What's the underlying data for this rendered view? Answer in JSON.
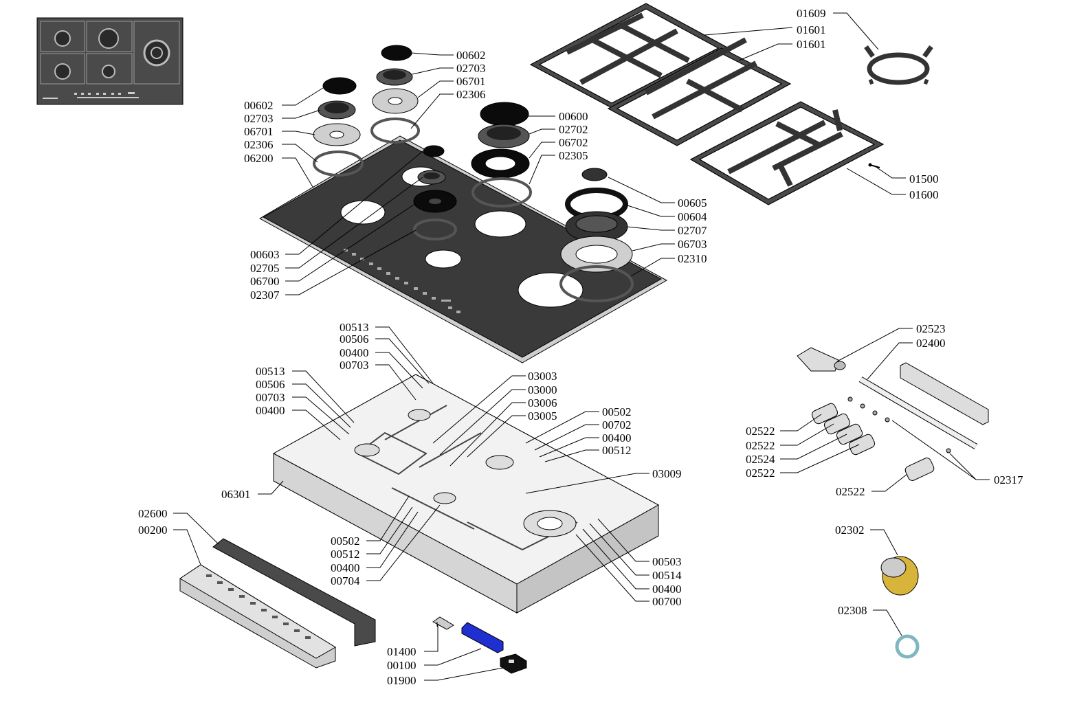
{
  "parts": [
    {
      "id": "p01609",
      "num": "01609"
    },
    {
      "id": "p01601a",
      "num": "01601"
    },
    {
      "id": "p01601b",
      "num": "01601"
    },
    {
      "id": "p01500",
      "num": "01500"
    },
    {
      "id": "p01600",
      "num": "01600"
    },
    {
      "id": "p00602a",
      "num": "00602"
    },
    {
      "id": "p02703a",
      "num": "02703"
    },
    {
      "id": "p06701a",
      "num": "06701"
    },
    {
      "id": "p02306a",
      "num": "02306"
    },
    {
      "id": "p00602b",
      "num": "00602"
    },
    {
      "id": "p02703b",
      "num": "02703"
    },
    {
      "id": "p06701b",
      "num": "06701"
    },
    {
      "id": "p02306b",
      "num": "02306"
    },
    {
      "id": "p06200",
      "num": "06200"
    },
    {
      "id": "p00600",
      "num": "00600"
    },
    {
      "id": "p02702",
      "num": "02702"
    },
    {
      "id": "p06702",
      "num": "06702"
    },
    {
      "id": "p02305",
      "num": "02305"
    },
    {
      "id": "p00605",
      "num": "00605"
    },
    {
      "id": "p00604",
      "num": "00604"
    },
    {
      "id": "p02707",
      "num": "02707"
    },
    {
      "id": "p06703",
      "num": "06703"
    },
    {
      "id": "p02310",
      "num": "02310"
    },
    {
      "id": "p00603",
      "num": "00603"
    },
    {
      "id": "p02705",
      "num": "02705"
    },
    {
      "id": "p06700",
      "num": "06700"
    },
    {
      "id": "p02307",
      "num": "02307"
    },
    {
      "id": "p00513a",
      "num": "00513"
    },
    {
      "id": "p00506a",
      "num": "00506"
    },
    {
      "id": "p00400a",
      "num": "00400"
    },
    {
      "id": "p00703a",
      "num": "00703"
    },
    {
      "id": "p00513b",
      "num": "00513"
    },
    {
      "id": "p00506b",
      "num": "00506"
    },
    {
      "id": "p00703b",
      "num": "00703"
    },
    {
      "id": "p00400b",
      "num": "00400"
    },
    {
      "id": "p03003",
      "num": "03003"
    },
    {
      "id": "p03000",
      "num": "03000"
    },
    {
      "id": "p03006",
      "num": "03006"
    },
    {
      "id": "p03005",
      "num": "03005"
    },
    {
      "id": "p00502a",
      "num": "00502"
    },
    {
      "id": "p00702",
      "num": "00702"
    },
    {
      "id": "p00400c",
      "num": "00400"
    },
    {
      "id": "p00512a",
      "num": "00512"
    },
    {
      "id": "p03009",
      "num": "03009"
    },
    {
      "id": "p06301",
      "num": "06301"
    },
    {
      "id": "p02600",
      "num": "02600"
    },
    {
      "id": "p00200",
      "num": "00200"
    },
    {
      "id": "p00502b",
      "num": "00502"
    },
    {
      "id": "p00512b",
      "num": "00512"
    },
    {
      "id": "p00400d",
      "num": "00400"
    },
    {
      "id": "p00704",
      "num": "00704"
    },
    {
      "id": "p00503",
      "num": "00503"
    },
    {
      "id": "p00514",
      "num": "00514"
    },
    {
      "id": "p00400e",
      "num": "00400"
    },
    {
      "id": "p00700",
      "num": "00700"
    },
    {
      "id": "p01400",
      "num": "01400"
    },
    {
      "id": "p00100",
      "num": "00100"
    },
    {
      "id": "p01900",
      "num": "01900"
    },
    {
      "id": "p02523",
      "num": "02523"
    },
    {
      "id": "p02400",
      "num": "02400"
    },
    {
      "id": "p02522a",
      "num": "02522"
    },
    {
      "id": "p02522b",
      "num": "02522"
    },
    {
      "id": "p02524",
      "num": "02524"
    },
    {
      "id": "p02522c",
      "num": "02522"
    },
    {
      "id": "p02522d",
      "num": "02522"
    },
    {
      "id": "p02317",
      "num": "02317"
    },
    {
      "id": "p02302",
      "num": "02302"
    },
    {
      "id": "p02308",
      "num": "02308"
    }
  ],
  "colors": {
    "line": "#000000",
    "glass": "#3a3a3a",
    "cap": "#0b0b0b",
    "valve_body": "#cfcfcf",
    "frame": "#e6e6e6",
    "switch": "#1f2fd0",
    "nut": "#d9b43a",
    "washer": "#a8d8e0"
  }
}
